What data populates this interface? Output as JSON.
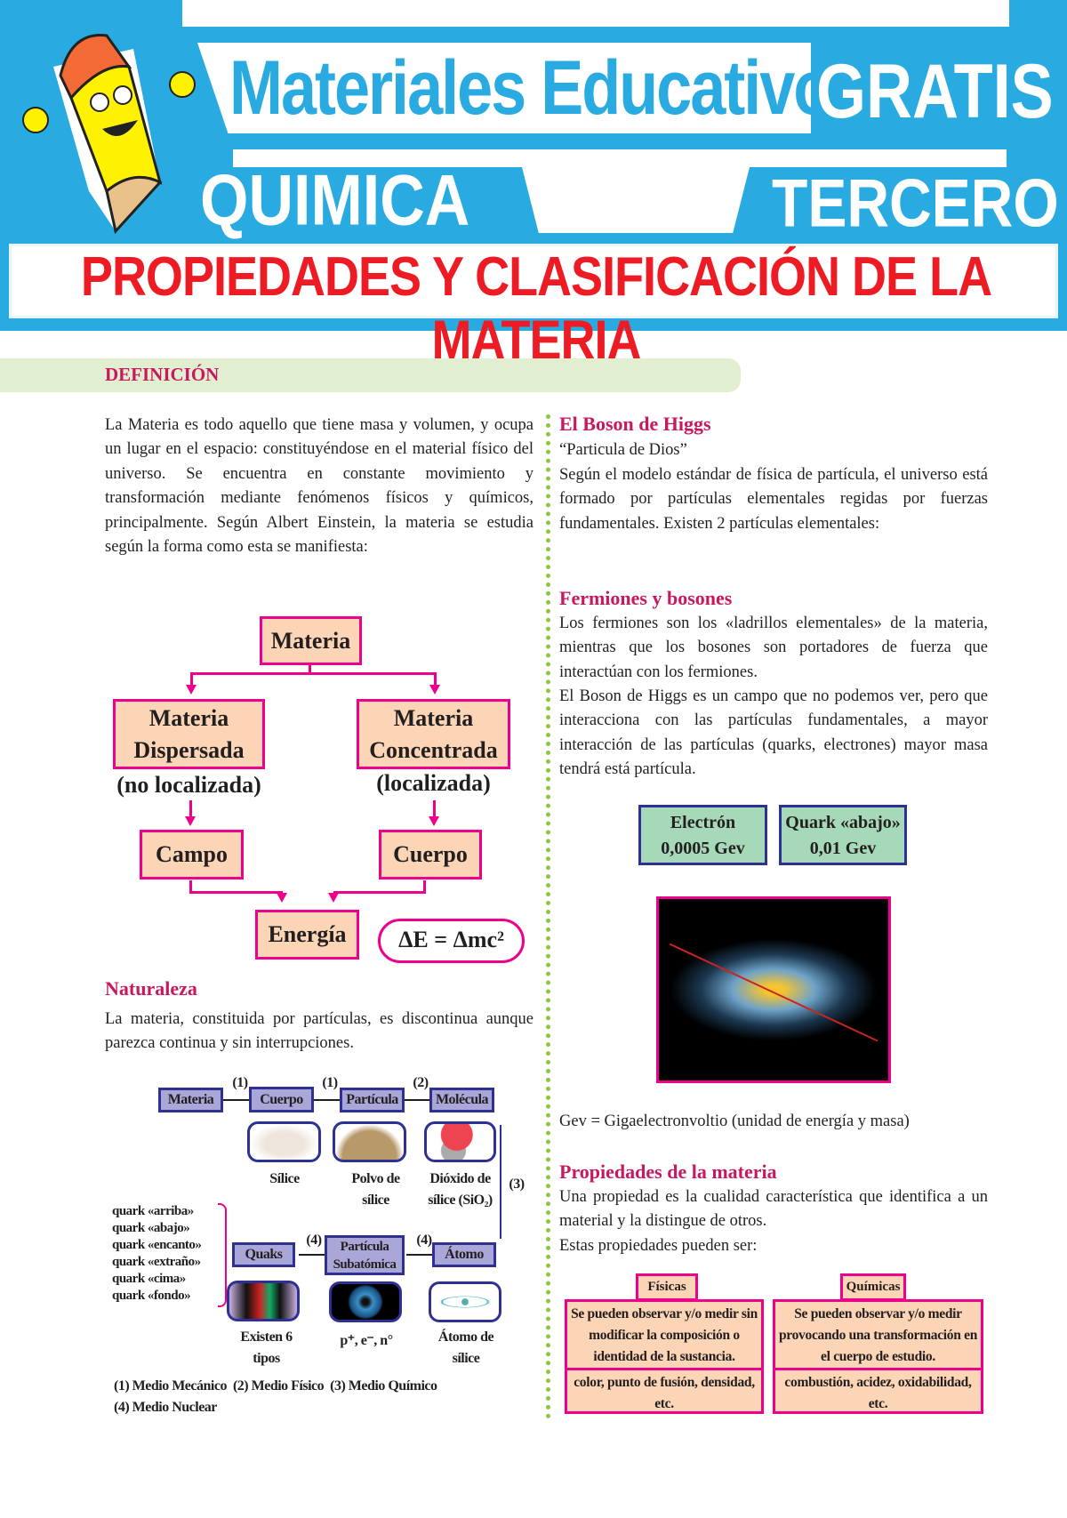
{
  "header": {
    "brand_line1": "Materiales Educativos",
    "brand_gratis": "GRATIS",
    "subject": "QUIMICA",
    "grade": "TERCERO",
    "title": "PROPIEDADES Y CLASIFICACIÓN DE LA MATERIA",
    "colors": {
      "blue": "#29abe2",
      "title_red": "#ed1c24"
    },
    "mascot": "pencil-mascot"
  },
  "definicion": {
    "heading": "DEFINICIÓN",
    "text": "La Materia es todo aquello que tiene masa y volumen, y ocupa un lugar en el espacio: constituyéndose en el material físico del universo. Se encuentra en constante movimiento y transformación mediante fenómenos físicos y químicos, principalmente. Según Albert Einstein, la materia se estudia según la forma como esta se manifiesta:"
  },
  "diagram1": {
    "root": "Materia",
    "left": "Materia Dispersada",
    "left_note": "(no localizada)",
    "right": "Materia Concentrada",
    "right_note": "(localizada)",
    "left_child": "Campo",
    "right_child": "Cuerpo",
    "bottom": "Energía",
    "formula": "ΔE = Δmc²"
  },
  "naturaleza": {
    "heading": "Naturaleza",
    "text": "La materia, constituida por partículas, es discontinua aunque parezca continua y sin interrupciones."
  },
  "diagram2": {
    "top": [
      "Materia",
      "Cuerpo",
      "Partícula",
      "Molécula"
    ],
    "top_arrows": [
      "(1)",
      "(1)",
      "(2)"
    ],
    "down_arrow": "(3)",
    "bottom": [
      "Quaks",
      "Partícula Subatómica",
      "Átomo"
    ],
    "bottom_arrows": [
      "(4)",
      "(4)"
    ],
    "top_captions": [
      "Sílice",
      "Polvo de sílice",
      "Dióxido de sílice (SiO₂)"
    ],
    "bottom_captions": [
      "Existen 6 tipos",
      "p⁺, e⁻, n°",
      "Átomo de sílice"
    ],
    "quarks": [
      "quark «arriba»",
      "quark «abajo»",
      "quark «encanto»",
      "quark «extraño»",
      "quark «cima»",
      "quark «fondo»"
    ],
    "legend1": "(1) Medio Mecánico  (2) Medio Físico  (3) Medio Químico",
    "legend2": "(4) Medio Nuclear"
  },
  "higgs": {
    "heading": "El Boson de Higgs",
    "subtitle": "“Particula de Dios”",
    "text": "Según el modelo estándar de física de partícula, el universo está formado por partículas elementales regidas por fuerzas fundamentales. Existen 2 partículas elementales:"
  },
  "fermiones": {
    "heading": "Fermiones y bosones",
    "text1": "Los fermiones son los «ladrillos elementales» de la materia, mientras que los bosones son portadores de fuerza que interactúan con los fermiones.",
    "text2": "El Boson de Higgs es un campo que no podemos ver, pero que interacciona con las partículas fundamentales, a mayor interacción de las partículas (quarks, electrones) mayor masa tendrá está partícula."
  },
  "particles": [
    {
      "name": "Electrón",
      "value": "0,0005 Gev"
    },
    {
      "name": "Quark «abajo»",
      "value": "0,01 Gev"
    }
  ],
  "gev_note": "Gev = Gigaelectronvoltio (unidad de energía y masa)",
  "propiedades": {
    "heading": "Propiedades de la materia",
    "text1": "Una propiedad es la cualidad característica que identifica a un material y la distingue de otros.",
    "text2": "Estas propiedades pueden ser:",
    "fisicas": {
      "tab": "Físicas",
      "desc": "Se pueden observar y/o medir sin modificar la composición o identidad de la sustancia.",
      "examples": "color, punto de fusión, densidad, etc."
    },
    "quimicas": {
      "tab": "Químicas",
      "desc": "Se pueden observar y/o medir provocando una transformación en el cuerpo de estudio.",
      "examples": "combustión, acidez, oxidabilidad, etc."
    }
  }
}
